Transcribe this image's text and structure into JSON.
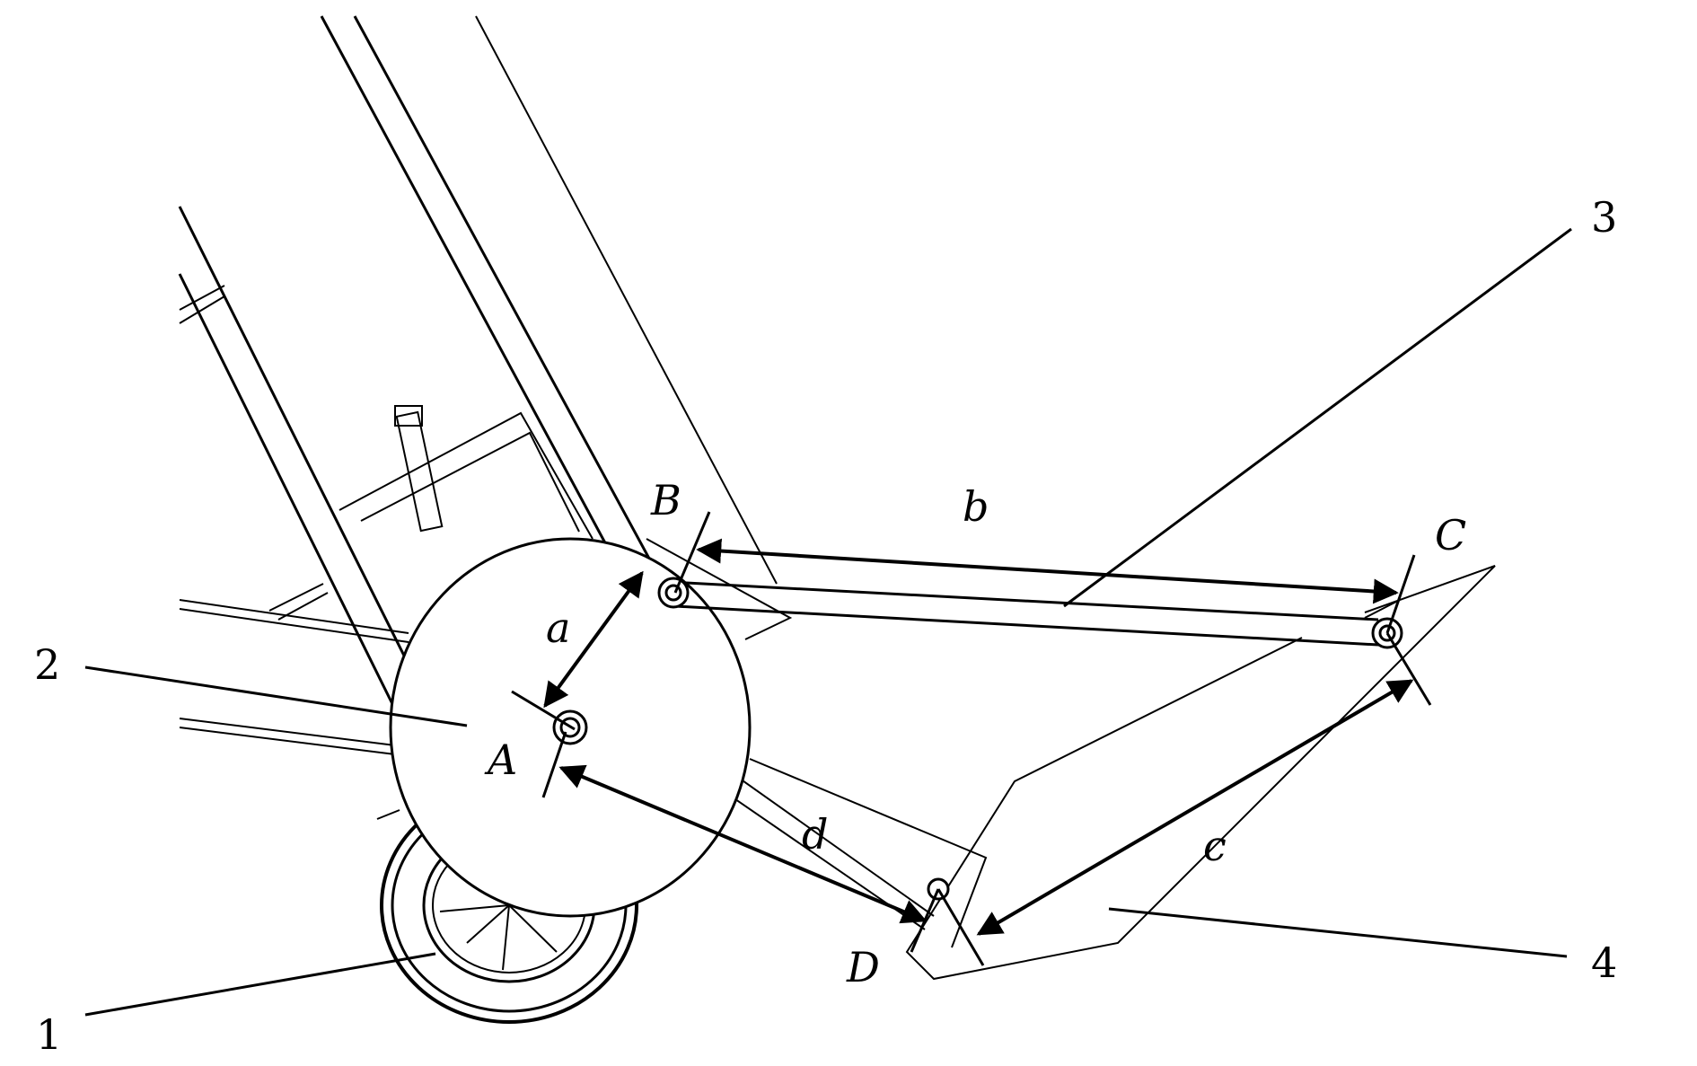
{
  "points": {
    "A": "A",
    "B": "B",
    "C": "C",
    "D": "D"
  },
  "links": {
    "a": "a",
    "b": "b",
    "c": "c",
    "d": "d"
  },
  "parts": {
    "p1": "1",
    "p2": "2",
    "p3": "3",
    "p4": "4"
  },
  "colors": {
    "line": "#000000",
    "background": "#ffffff"
  }
}
